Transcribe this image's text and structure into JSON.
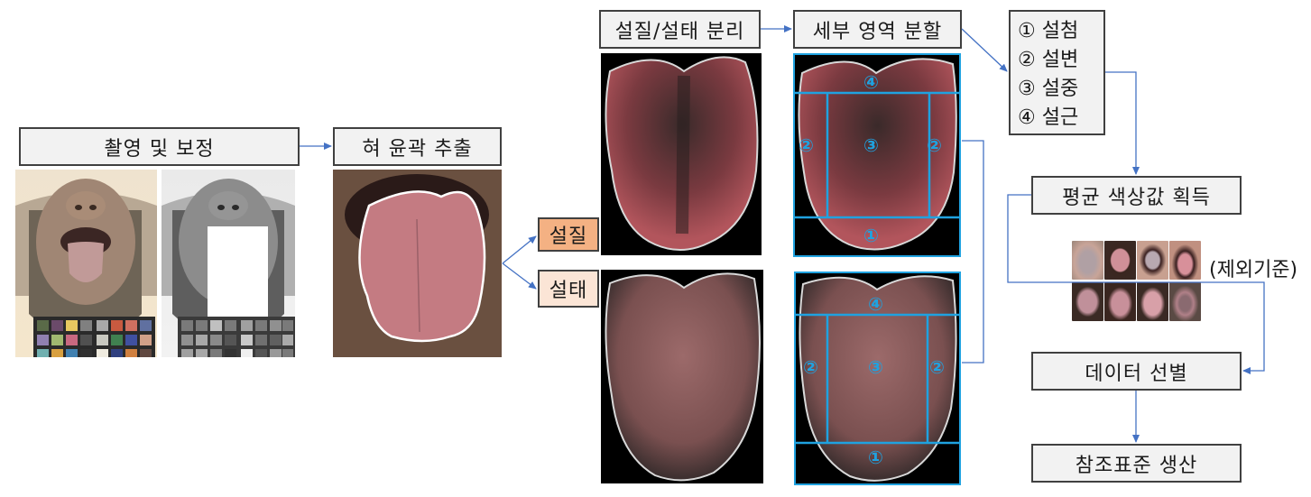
{
  "steps": {
    "capture": "촬영 및 보정",
    "contour": "혀 윤곽 추출",
    "separation": "설질/설태 분리",
    "segmentation": "세부 영역 분할",
    "mean_color": "평균 색상값 획득",
    "data_selection": "데이터 선별",
    "reference_standard": "참조표준 생산"
  },
  "branches": {
    "tongue_body": "설질",
    "tongue_coating": "설태"
  },
  "regions_legend": [
    "① 설첨",
    "② 설변",
    "③ 설중",
    "④ 설근"
  ],
  "region_markers": {
    "tip": "①",
    "edge": "②",
    "center": "③",
    "root": "④"
  },
  "exclusion_label": "(제외기준)",
  "colors": {
    "box_fill": "#f2f2f2",
    "box_border": "#404040",
    "arrow": "#4472c4",
    "region_line": "#1fa2e0",
    "tongue_body_fill": "#f4b183",
    "tongue_coating_fill": "#fbe5d6"
  }
}
